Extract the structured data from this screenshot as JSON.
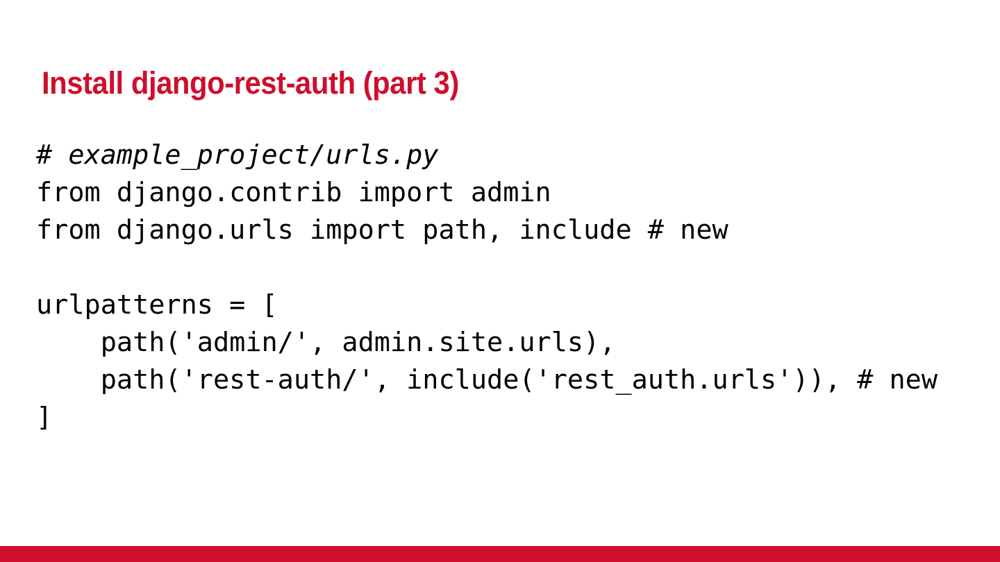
{
  "slide": {
    "title": "Install django-rest-auth (part 3)",
    "background_color": "#FFFFFF",
    "accent_color": "#CE0E2D",
    "code_color": "#000000",
    "code": {
      "language": "python",
      "filename_comment": "# example_project/urls.py",
      "lines": [
        {
          "text": "# example_project/urls.py",
          "style": "comment-italic"
        },
        {
          "text": "from django.contrib import admin",
          "style": "code"
        },
        {
          "text": "from django.urls import path, include # new",
          "style": "code"
        },
        {
          "text": "",
          "style": "blank"
        },
        {
          "text": "urlpatterns = [",
          "style": "code"
        },
        {
          "text": "    path('admin/', admin.site.urls),",
          "style": "code"
        },
        {
          "text": "    path('rest-auth/', include('rest_auth.urls')), # new",
          "style": "code"
        },
        {
          "text": "]",
          "style": "code"
        }
      ]
    },
    "footer": {
      "color": "#CE0E2D",
      "label": ""
    }
  }
}
